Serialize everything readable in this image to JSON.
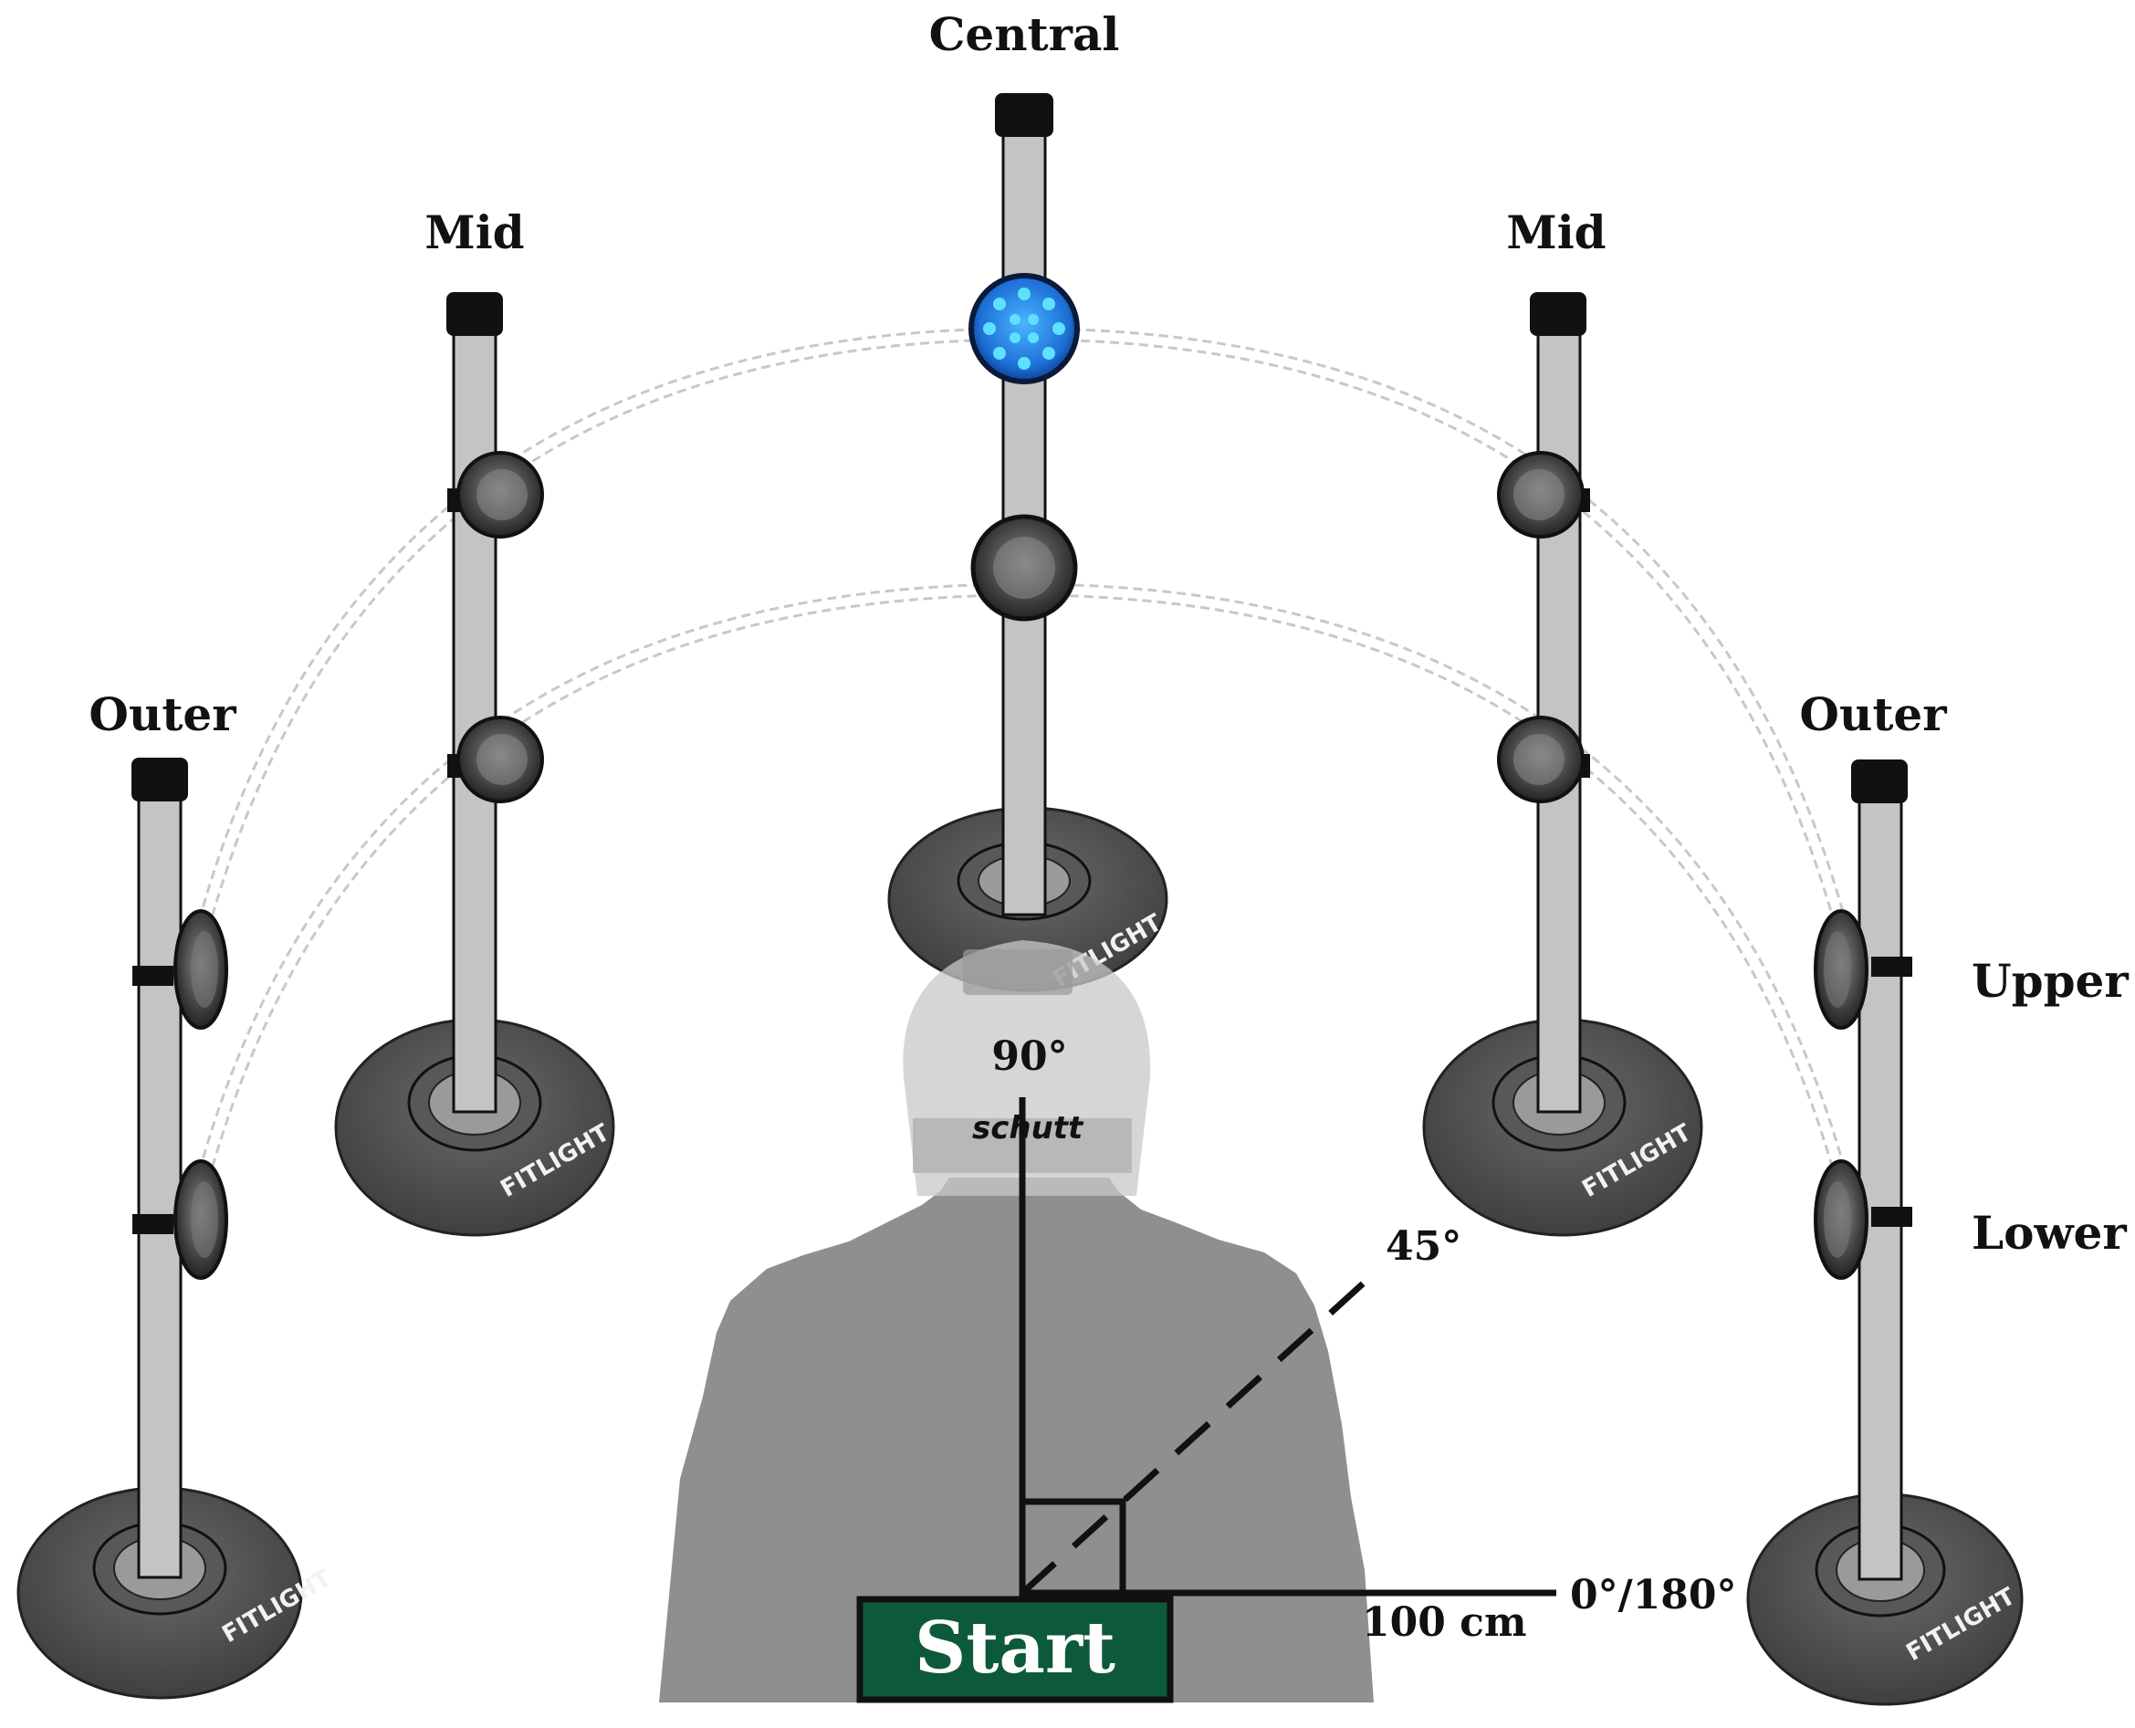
{
  "labels": {
    "central": "Central",
    "mid_left": "Mid",
    "mid_right": "Mid",
    "outer_left": "Outer",
    "outer_right": "Outer",
    "upper": "Upper",
    "lower": "Lower"
  },
  "angles": {
    "a90": "90°",
    "a45": "45°",
    "a0_180": "0°/180°"
  },
  "distance": "100 cm",
  "start_label": "Start",
  "brand_text": "FITLIGHT",
  "helmet_brand": "schutt",
  "colors": {
    "start_box": "#0d5a3a",
    "active_light": "#1c6fd6",
    "pole": "#c4c4c4",
    "base": "#4b4b4d",
    "silhouette": "#8f8f8f",
    "line": "#111111",
    "arc": "#c8c8c8"
  }
}
